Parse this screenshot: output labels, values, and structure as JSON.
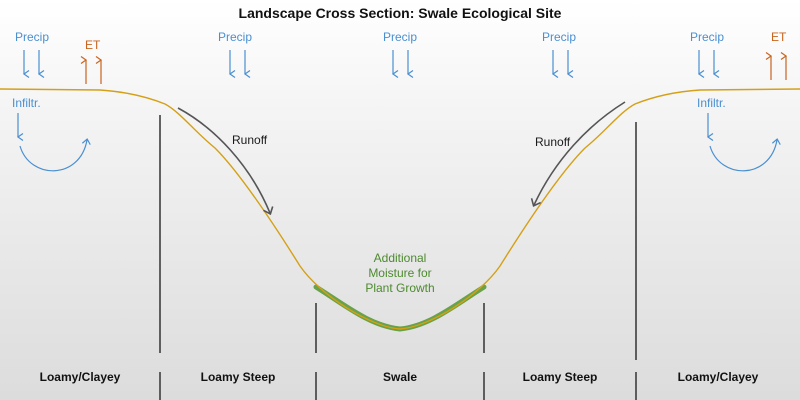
{
  "title": "Landscape Cross Section: Swale Ecological Site",
  "process_labels": {
    "precip": "Precip",
    "et": "ET",
    "infiltration": "Infiltr.",
    "runoff": "Runoff"
  },
  "swale_note": {
    "line1": "Additional",
    "line2": "Moisture for",
    "line3": "Plant Growth"
  },
  "zones": [
    "Loamy/Clayey",
    "Loamy Steep",
    "Swale",
    "Loamy Steep",
    "Loamy/Clayey"
  ],
  "colors": {
    "water": "#4a8fd0",
    "et": "#c9641e",
    "ground_line": "#d4a017",
    "vegetation": "#5a9a3a",
    "divider": "#333333",
    "runoff_arrow": "#555555"
  }
}
